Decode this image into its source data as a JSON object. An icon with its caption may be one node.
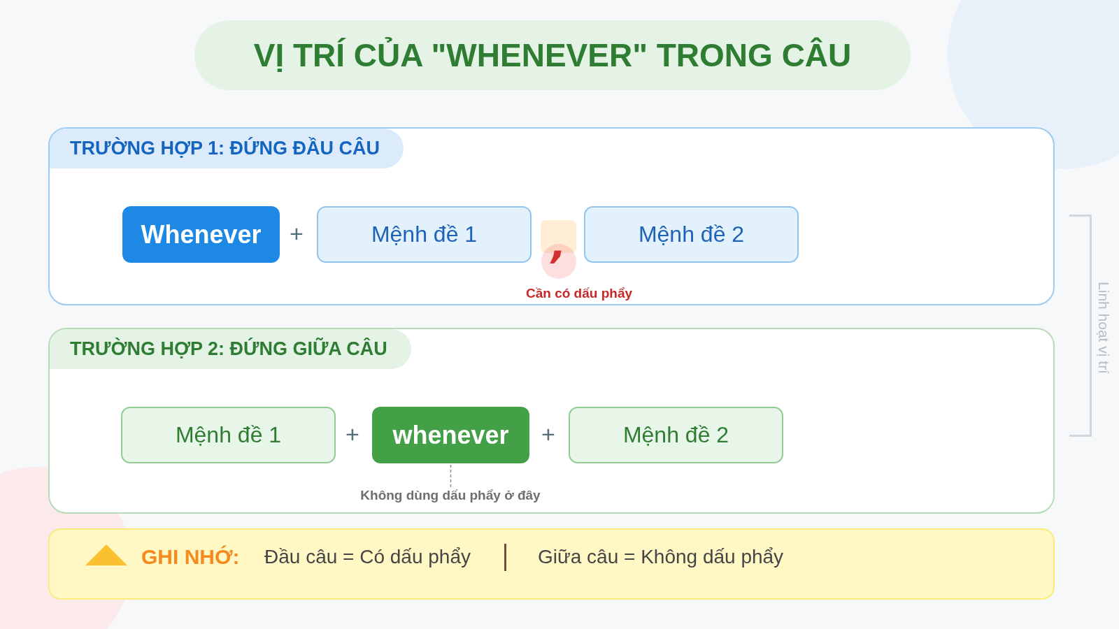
{
  "diagram": {
    "title": "VỊ TRÍ CỦA \"WHENEVER\" TRONG CÂU",
    "nodes": [
      {
        "text": [
          "TRƯỜNG HỢP 1: ĐỨNG ĐẦU CÂU"
        ]
      },
      {
        "text": [
          "Whenever"
        ],
        "in": 0
      },
      {
        "text": [
          "Mệnh đề 1"
        ],
        "in": 0
      },
      {
        "text": [
          ","
        ],
        "in": 0,
        "beside": [
          "Cần có dấu phẩy"
        ]
      },
      {
        "text": [
          "Mệnh đề 2"
        ],
        "in": 0
      },
      {
        "text": [
          "TRƯỜNG HỢP 2: ĐỨNG GIỮA CÂU"
        ]
      },
      {
        "text": [
          "Mệnh đề 1"
        ],
        "in": 5
      },
      {
        "text": [
          "whenever"
        ],
        "in": 5
      },
      {
        "text": [
          "Mệnh đề 2"
        ],
        "in": 5
      },
      {
        "text": [
          "Không dùng dấu phẩy ở đây"
        ],
        "in": 5
      },
      {
        "text": [
          "GHI NHỚ:",
          "Đầu câu = Có dấu phẩy",
          "Giữa câu = Không dấu phẩy"
        ]
      }
    ],
    "edges": [
      {
        "from": 9,
        "to": 7,
        "arrow": "none",
        "style": "dashed"
      }
    ],
    "labels": [
      "+",
      "+",
      "+",
      "Linh hoạt vị trí"
    ]
  }
}
